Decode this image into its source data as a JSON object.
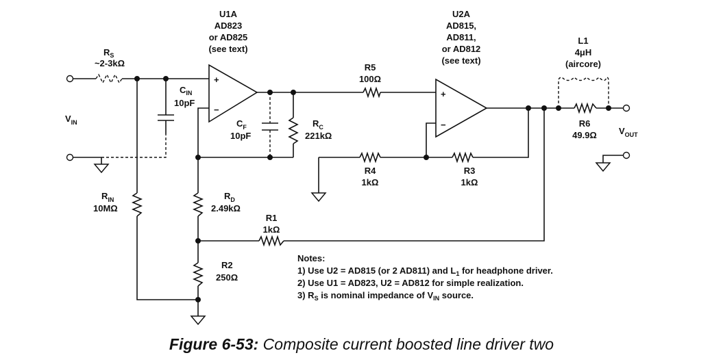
{
  "components": {
    "rs": {
      "name": "R",
      "sub": "S",
      "value": "~2-3kΩ"
    },
    "cin": {
      "name": "C",
      "sub": "IN",
      "value": "10pF"
    },
    "u1": {
      "ref": "U1A",
      "line1": "AD823",
      "line2": "or AD825",
      "line3": "(see text)"
    },
    "cf": {
      "name": "C",
      "sub": "F",
      "value": "10pF"
    },
    "rc": {
      "name": "R",
      "sub": "C",
      "value": "221kΩ"
    },
    "r5": {
      "name": "R5",
      "value": "100Ω"
    },
    "u2": {
      "ref": "U2A",
      "line1": "AD815,",
      "line2": "AD811,",
      "line3": "or AD812",
      "line4": "(see text)"
    },
    "l1": {
      "name": "L1",
      "value": "4μH",
      "note": "(aircore)"
    },
    "r6": {
      "name": "R6",
      "value": "49.9Ω"
    },
    "r4": {
      "name": "R4",
      "value": "1kΩ"
    },
    "r3": {
      "name": "R3",
      "value": "1kΩ"
    },
    "rin": {
      "name": "R",
      "sub": "IN",
      "value": "10MΩ"
    },
    "rd": {
      "name": "R",
      "sub": "D",
      "value": "2.49kΩ"
    },
    "r1": {
      "name": "R1",
      "value": "1kΩ"
    },
    "r2": {
      "name": "R2",
      "value": "250Ω"
    }
  },
  "io": {
    "vin": {
      "name": "V",
      "sub": "IN"
    },
    "vout": {
      "name": "V",
      "sub": "OUT"
    }
  },
  "opamp_signs": {
    "plus": "+",
    "minus": "−"
  },
  "notes": {
    "heading": "Notes:",
    "n1_pre": "1) Use U2 = AD815 (or 2 AD811) and L",
    "n1_sub": "1",
    "n1_post": " for headphone driver.",
    "n2": "2) Use U1 = AD823, U2 = AD812 for simple realization.",
    "n3_pre": "3) R",
    "n3_sub1": "S",
    "n3_mid": " is nominal impedance of V",
    "n3_sub2": "IN",
    "n3_post": " source."
  },
  "caption": {
    "number": "Figure 6-53:",
    "text": " Composite current boosted line driver two"
  }
}
